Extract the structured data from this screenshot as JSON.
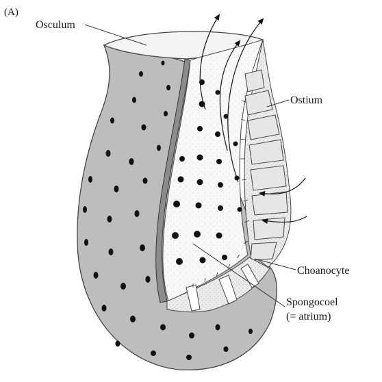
{
  "panel_label": "(A)",
  "labels": {
    "osculum": "Osculum",
    "ostium": "Ostium",
    "choanocyte": "Choanocyte",
    "spongocoel_line1": "Spongocoel",
    "spongocoel_line2": "(= atrium)"
  },
  "colors": {
    "body_wall": "#bdbdbd",
    "spongocoel": "#f7f7f7",
    "cut_face": "#dcdcdc",
    "pores": "#111111",
    "lines": "#222222"
  }
}
